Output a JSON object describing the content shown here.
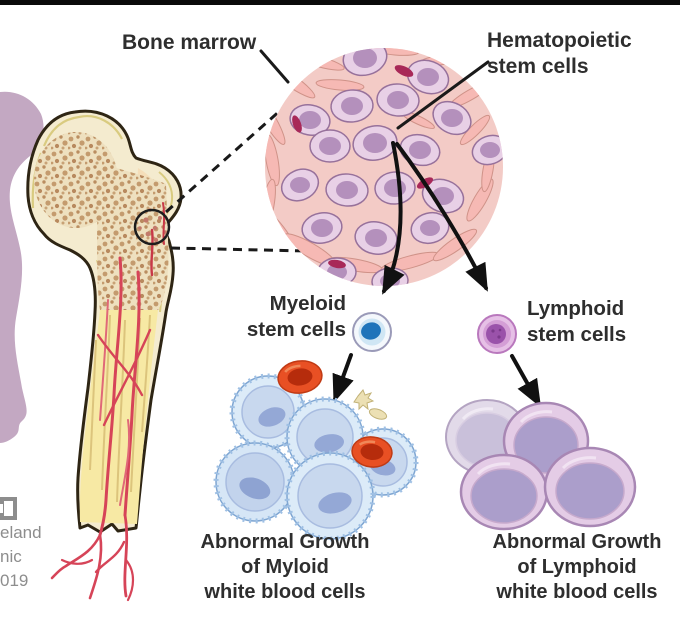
{
  "page": {
    "background": "#ffffff",
    "top_bar_color": "#0a0a0a",
    "description": "Medical diagram of leukemia: bone marrow hematopoietic stem cells differentiating into myeloid and lymphoid lines with abnormal white blood cell growth"
  },
  "labels": {
    "bone_marrow": "Bone marrow",
    "hematopoietic": {
      "line1": "Hematopoietic",
      "line2": "stem cells"
    },
    "myeloid_stem": {
      "line1": "Myeloid",
      "line2": "stem cells"
    },
    "lymphoid_stem": {
      "line1": "Lymphoid",
      "line2": "stem cells"
    },
    "myeloid_caption": {
      "line1": "Abnormal Growth",
      "line2": "of Myloid",
      "line3": "white blood cells"
    },
    "lymphoid_caption": {
      "line1": "Abnormal Growth",
      "line2": "of Lymphoid",
      "line3": "white blood cells"
    }
  },
  "watermark": {
    "line1": "eland",
    "line2": "nic",
    "line3": "019"
  },
  "icons": {
    "logo": "cleveland-clinic-logo-partial"
  },
  "colors": {
    "label_text": "#2e2e2e",
    "watermark_text": "#8d8d8d",
    "arrow_black": "#111111",
    "bone_outline": "#2e2514",
    "bone_cortical": "#f4ebcf",
    "bone_spongy_dot": "#c49b6e",
    "bone_marrow_yellow": "#f7e9a4",
    "vessel_red": "#d64458",
    "inset_background": "#f3cbc6",
    "inset_cell_body": "#e8d0e6",
    "inset_cell_nucleus": "#b490bc",
    "inset_fiber": "#f6b9b4",
    "myeloid_stem_blue": "#1f74ba",
    "lymphoid_stem_purple": "#9a52aa",
    "cluster_blue_cell": "#dcebf8",
    "cluster_purple_cell": "#ab9ecb",
    "red_blood_cell": "#e85024",
    "platelet_yellow": "#ece0b4",
    "silhouette_purple": "#c3a8c2"
  }
}
